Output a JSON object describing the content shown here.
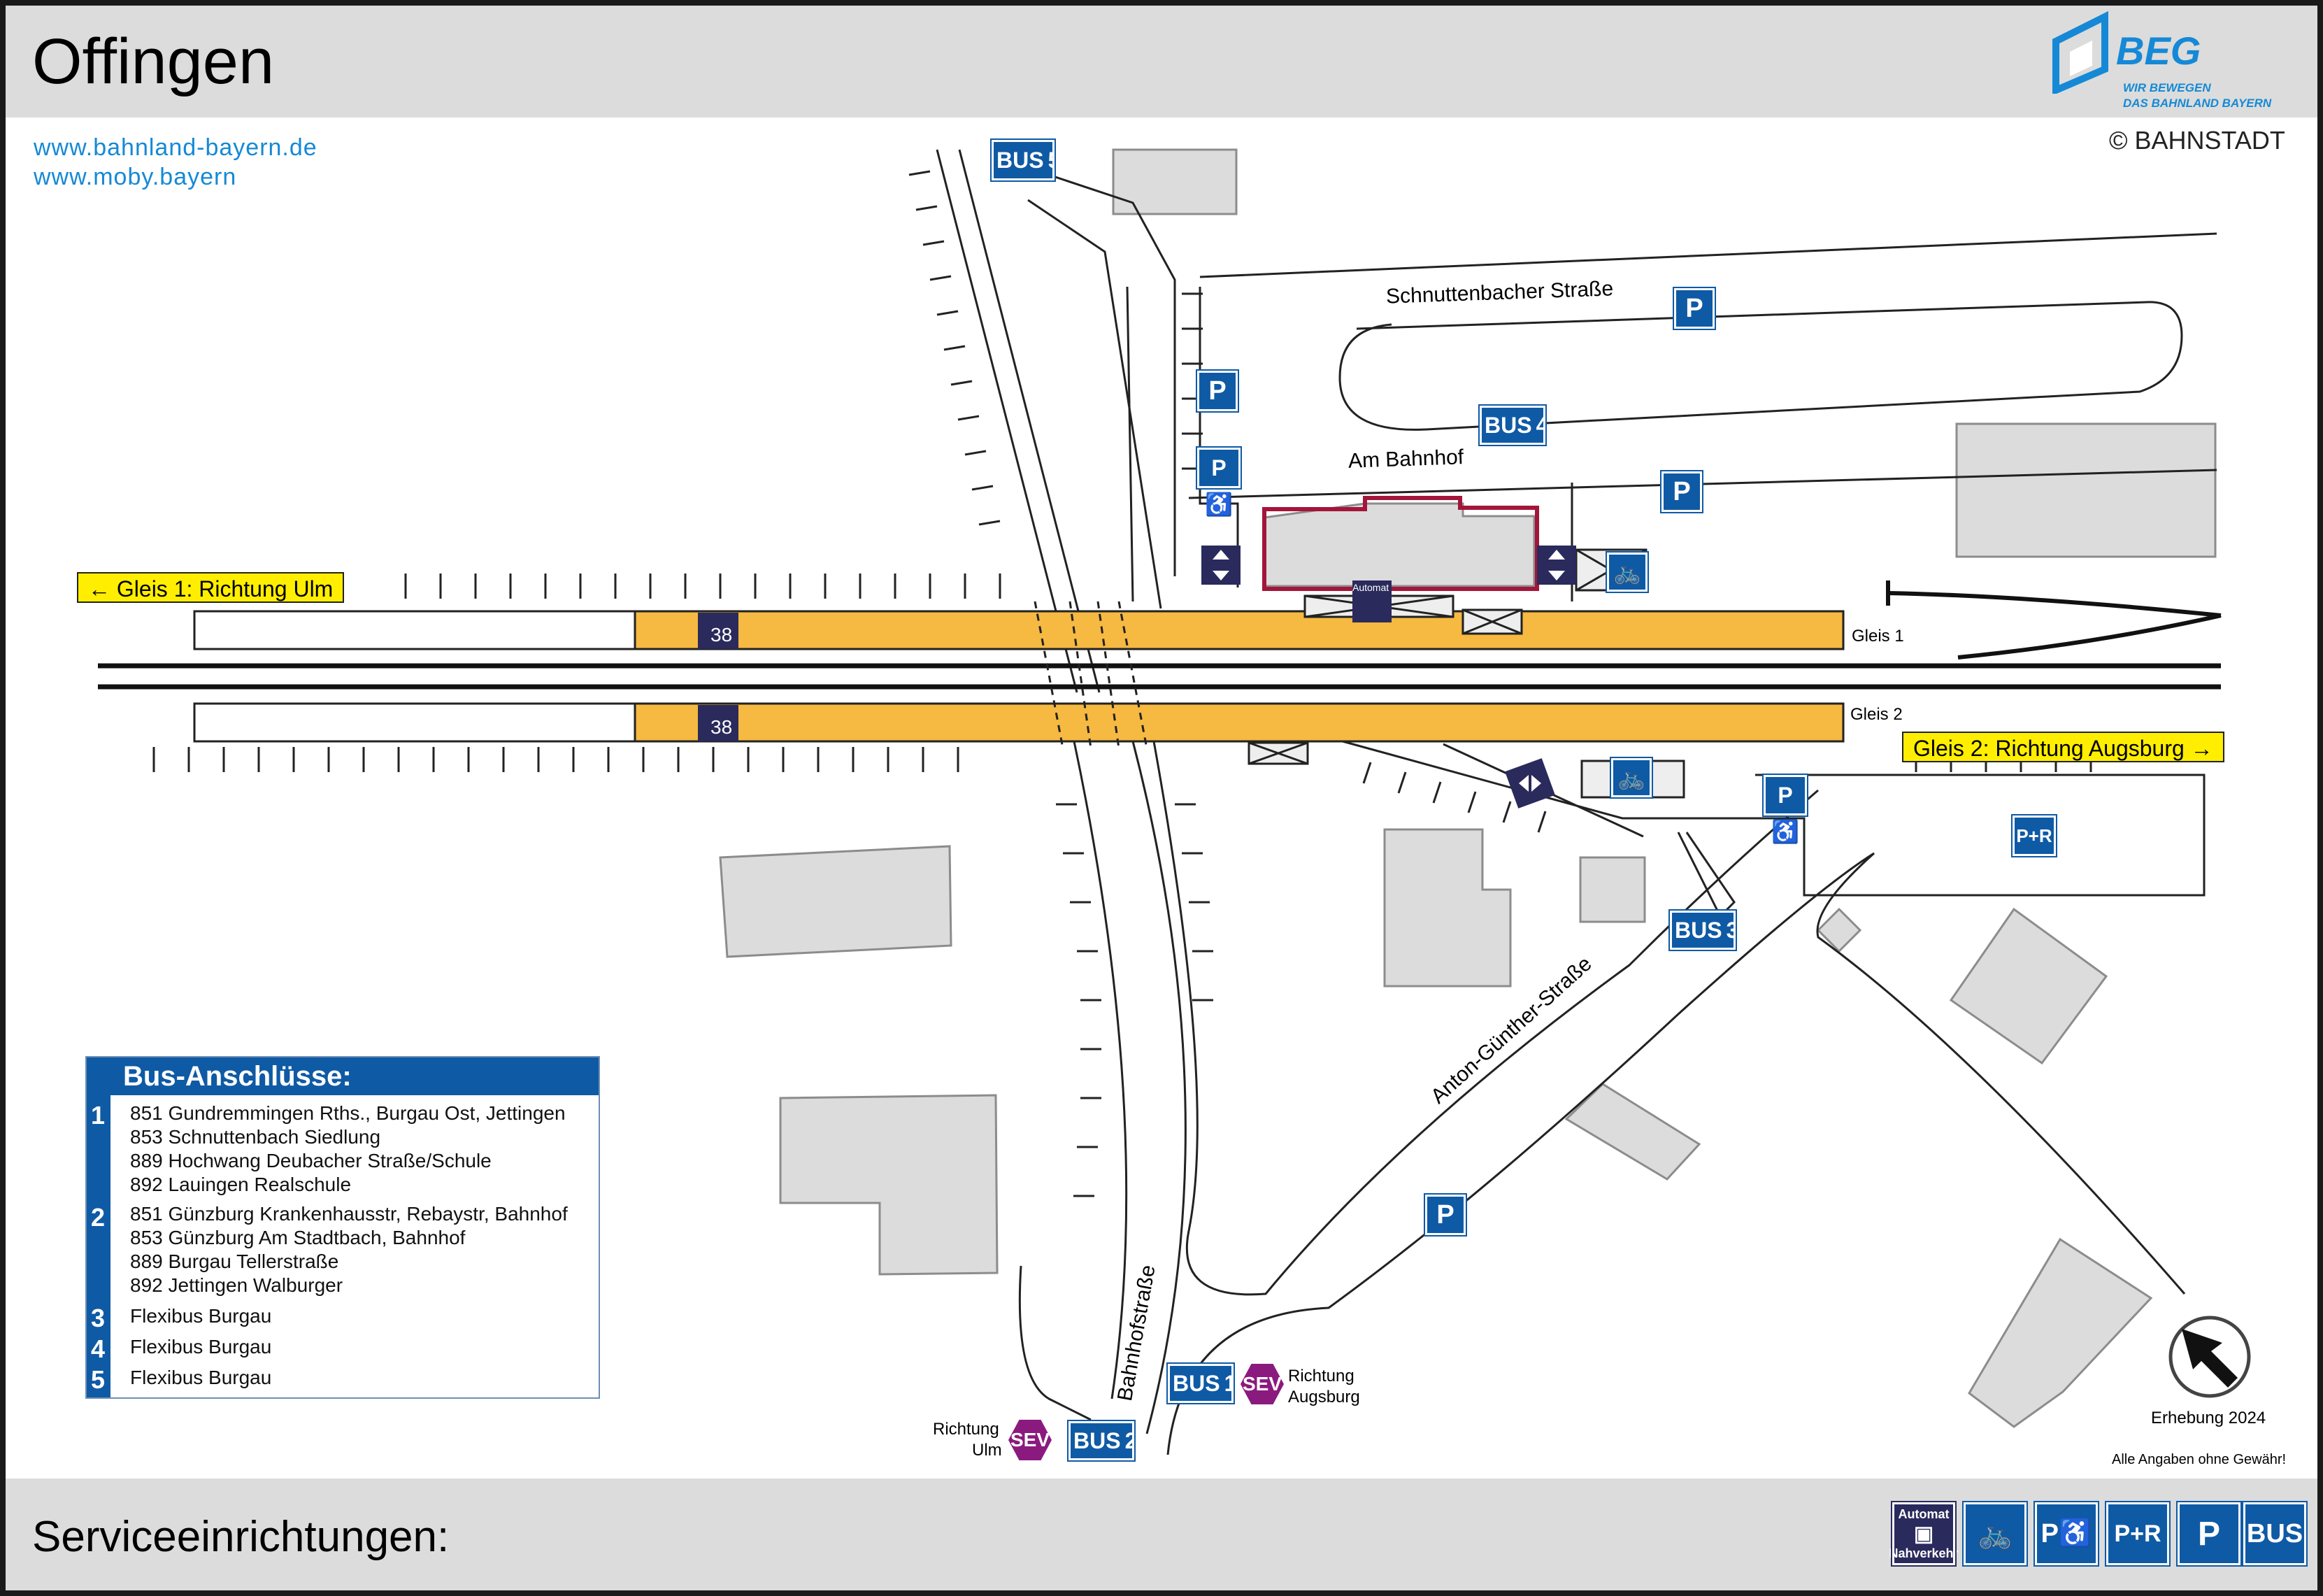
{
  "title": "Offingen",
  "links": [
    "www.bahnland-bayern.de",
    "www.moby.bayern"
  ],
  "brand": {
    "name": "BEG",
    "tagline1": "WIR BEWEGEN",
    "tagline2": "DAS BAHNLAND BAYERN",
    "copyright": "© BAHNSTADT"
  },
  "colors": {
    "platform": "#f6b941",
    "building": "#dcdcdc",
    "station_outline": "#a3153a",
    "blue_sign": "#0f5aa5",
    "dark_sign": "#2a2a5c",
    "sev": "#8b1a7e",
    "direction_box": "#ffee00"
  },
  "directions": {
    "gleis1": "Gleis 1: Richtung Ulm",
    "gleis2": "Gleis 2: Richtung Augsburg"
  },
  "tracks": {
    "gleis1": "Gleis 1",
    "gleis2": "Gleis 2",
    "section_number": "38"
  },
  "streets": {
    "schnuttenbacher": "Schnuttenbacher Straße",
    "am_bahnhof": "Am Bahnhof",
    "anton_guenther": "Anton-Günther-Straße",
    "bahnhofstrasse": "Bahnhofstraße"
  },
  "signs": {
    "bus": "BUS",
    "parking": "P",
    "park_ride": "P+R",
    "sev": "SEV",
    "automat": "Automat"
  },
  "bus_stops": [
    "1",
    "2",
    "3",
    "4",
    "5"
  ],
  "richtung": {
    "ulm_1": "Richtung",
    "ulm_2": "Ulm",
    "augsburg_1": "Richtung",
    "augsburg_2": "Augsburg"
  },
  "legend": {
    "title": "Bus-Anschlüsse:",
    "groups": [
      {
        "num": "1",
        "lines": [
          "851 Gundremmingen Rths., Burgau Ost, Jettingen",
          "853 Schnuttenbach Siedlung",
          "889 Hochwang Deubacher Straße/Schule",
          "892 Lauingen Realschule"
        ]
      },
      {
        "num": "2",
        "lines": [
          "851 Günzburg Krankenhausstr, Rebaystr, Bahnhof",
          "853 Günzburg Am Stadtbach, Bahnhof",
          "889 Burgau Tellerstraße",
          "892 Jettingen Walburger"
        ]
      },
      {
        "num": "3",
        "lines": [
          "Flexibus Burgau"
        ]
      },
      {
        "num": "4",
        "lines": [
          "Flexibus Burgau"
        ]
      },
      {
        "num": "5",
        "lines": [
          "Flexibus Burgau"
        ]
      }
    ]
  },
  "survey": "Erhebung 2024",
  "disclaimer": "Alle Angaben ohne Gewähr!",
  "footer": {
    "title": "Serviceeinrichtungen:",
    "icons": [
      {
        "name": "automat-icon",
        "label_top": "Automat",
        "label_bottom": "Nahverkehr"
      },
      {
        "name": "bicycle-icon",
        "label": "🚲"
      },
      {
        "name": "disabled-parking-icon",
        "label": "P♿"
      },
      {
        "name": "park-and-ride-icon",
        "label": "P+R"
      },
      {
        "name": "parking-icon",
        "label": "P"
      },
      {
        "name": "bus-icon",
        "label": "BUS"
      }
    ]
  }
}
